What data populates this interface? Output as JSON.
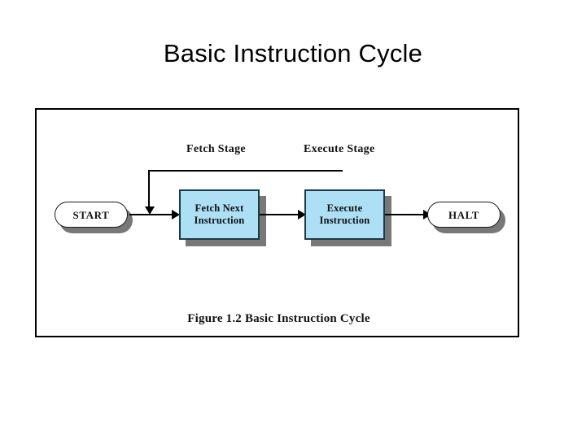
{
  "slide": {
    "title": "Basic Instruction Cycle",
    "background_color": "#ffffff"
  },
  "figure": {
    "caption": "Figure 1.2  Basic Instruction Cycle",
    "frame_border_color": "#000000",
    "stage_labels": [
      {
        "id": "fetch-stage",
        "text": "Fetch Stage"
      },
      {
        "id": "execute-stage",
        "text": "Execute Stage"
      }
    ],
    "nodes": [
      {
        "id": "start",
        "type": "terminator",
        "label": "START",
        "fill": "#ffffff",
        "border": "#1b1b1b",
        "shadow": "#787878"
      },
      {
        "id": "fetch-next-instruction",
        "type": "process",
        "label": "Fetch Next Instruction",
        "line1": "Fetch Next",
        "line2": "Instruction",
        "fill": "#ade0f5",
        "border": "#1b3b4b",
        "shadow": "#787878"
      },
      {
        "id": "execute-instruction",
        "type": "process",
        "label": "Execute Instruction",
        "line1": "Execute",
        "line2": "Instruction",
        "fill": "#ade0f5",
        "border": "#1b3b4b",
        "shadow": "#787878"
      },
      {
        "id": "halt",
        "type": "terminator",
        "label": "HALT",
        "fill": "#ffffff",
        "border": "#1b1b1b",
        "shadow": "#787878"
      }
    ],
    "edges": [
      {
        "id": "start-to-fetch",
        "from": "start",
        "to": "fetch-next-instruction",
        "arrowhead": "right"
      },
      {
        "id": "fetch-to-execute",
        "from": "fetch-next-instruction",
        "to": "execute-instruction",
        "arrowhead": "right"
      },
      {
        "id": "execute-to-halt",
        "from": "execute-instruction",
        "to": "halt",
        "arrowhead": "right"
      },
      {
        "id": "feedback-loop",
        "from": "execute-instruction",
        "to": "fetch-next-instruction",
        "arrowhead": "down"
      }
    ]
  }
}
